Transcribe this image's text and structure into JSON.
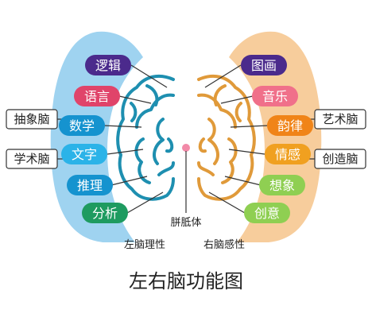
{
  "title": "左右脑功能图",
  "left_side": {
    "tags": [
      "抽象脑",
      "学术脑"
    ],
    "functions": [
      "逻辑",
      "语言",
      "数学",
      "文字",
      "推理",
      "分析"
    ],
    "caption": "左脑理性"
  },
  "right_side": {
    "tags": [
      "艺术脑",
      "创造脑"
    ],
    "functions": [
      "图画",
      "音乐",
      "韵律",
      "情感",
      "想象",
      "创意"
    ],
    "caption": "右脑感性"
  },
  "center_label": "胼胝体",
  "colors": {
    "left_band": "#9fd3f0",
    "left_brain": "#1e8fb0",
    "left_pill_fills": [
      "#4b2a8c",
      "#e0446a",
      "#1593cf",
      "#2bb3e8",
      "#1593cf",
      "#1e9b60"
    ],
    "right_band": "#f7cd9c",
    "right_brain": "#e09a3a",
    "right_pill_fills": [
      "#4b2a8c",
      "#f0708a",
      "#f08418",
      "#f0a020",
      "#8fcf52",
      "#8fcf52"
    ],
    "callus": "#f28aa8",
    "text": "#222222"
  }
}
